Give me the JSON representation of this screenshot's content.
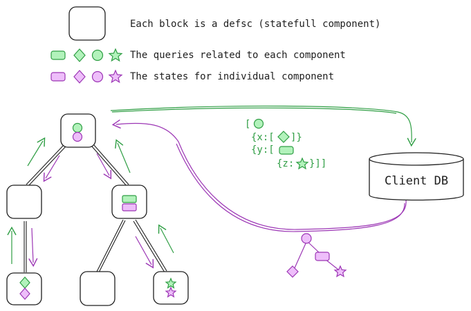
{
  "colors": {
    "green_stroke": "#2f9e44",
    "green_fill": "#b2f2bb",
    "purple_stroke": "#9c36b5",
    "purple_fill": "#eebefa",
    "ink": "#1e1e1e"
  },
  "legend": {
    "block_text": "Each block is a defsc (statefull component)",
    "queries_text": "The queries related to each component",
    "states_text": "The states for individual component"
  },
  "database": {
    "label": "Client DB"
  },
  "query_lines": [
    "[",
    "{x:[",
    "]}",
    "{y:[",
    "{z:",
    "}]]"
  ],
  "icons": [
    "rectangle-icon",
    "diamond-icon",
    "circle-icon",
    "star-icon"
  ]
}
